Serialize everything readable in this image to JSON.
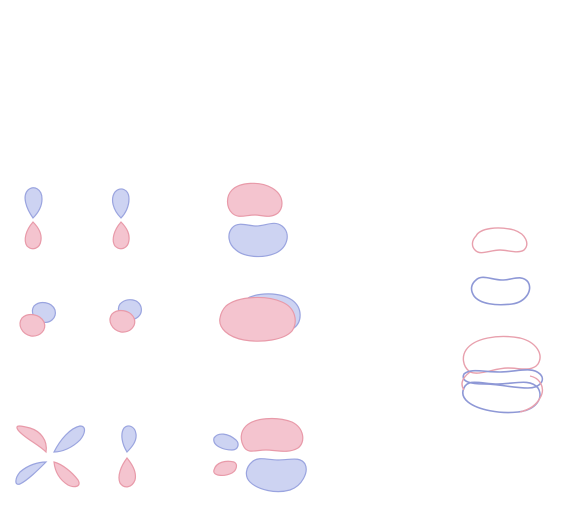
{
  "phase_colors": {
    "positive_fill": "#f4c4cf",
    "positive_stroke": "#e89aa9",
    "negative_fill": "#cdd3f2",
    "negative_stroke": "#9aa4df"
  },
  "rows": [
    {
      "row": 1,
      "orbitals": [
        "vertical-lobe-pair",
        "vertical-lobe-pair",
        "bonding-combination"
      ]
    },
    {
      "row": 2,
      "orbitals": [
        "tilted-lobe-pair",
        "tilted-lobe-pair",
        "overlap-combination"
      ]
    },
    {
      "row": 3,
      "orbitals": [
        "four-lobe-clover",
        "vertical-lobe-pair",
        "mixed-combination"
      ]
    }
  ],
  "energy_diagram": {
    "levels": [
      "upper-outline",
      "lower-outline",
      "split-combined-outline"
    ]
  }
}
